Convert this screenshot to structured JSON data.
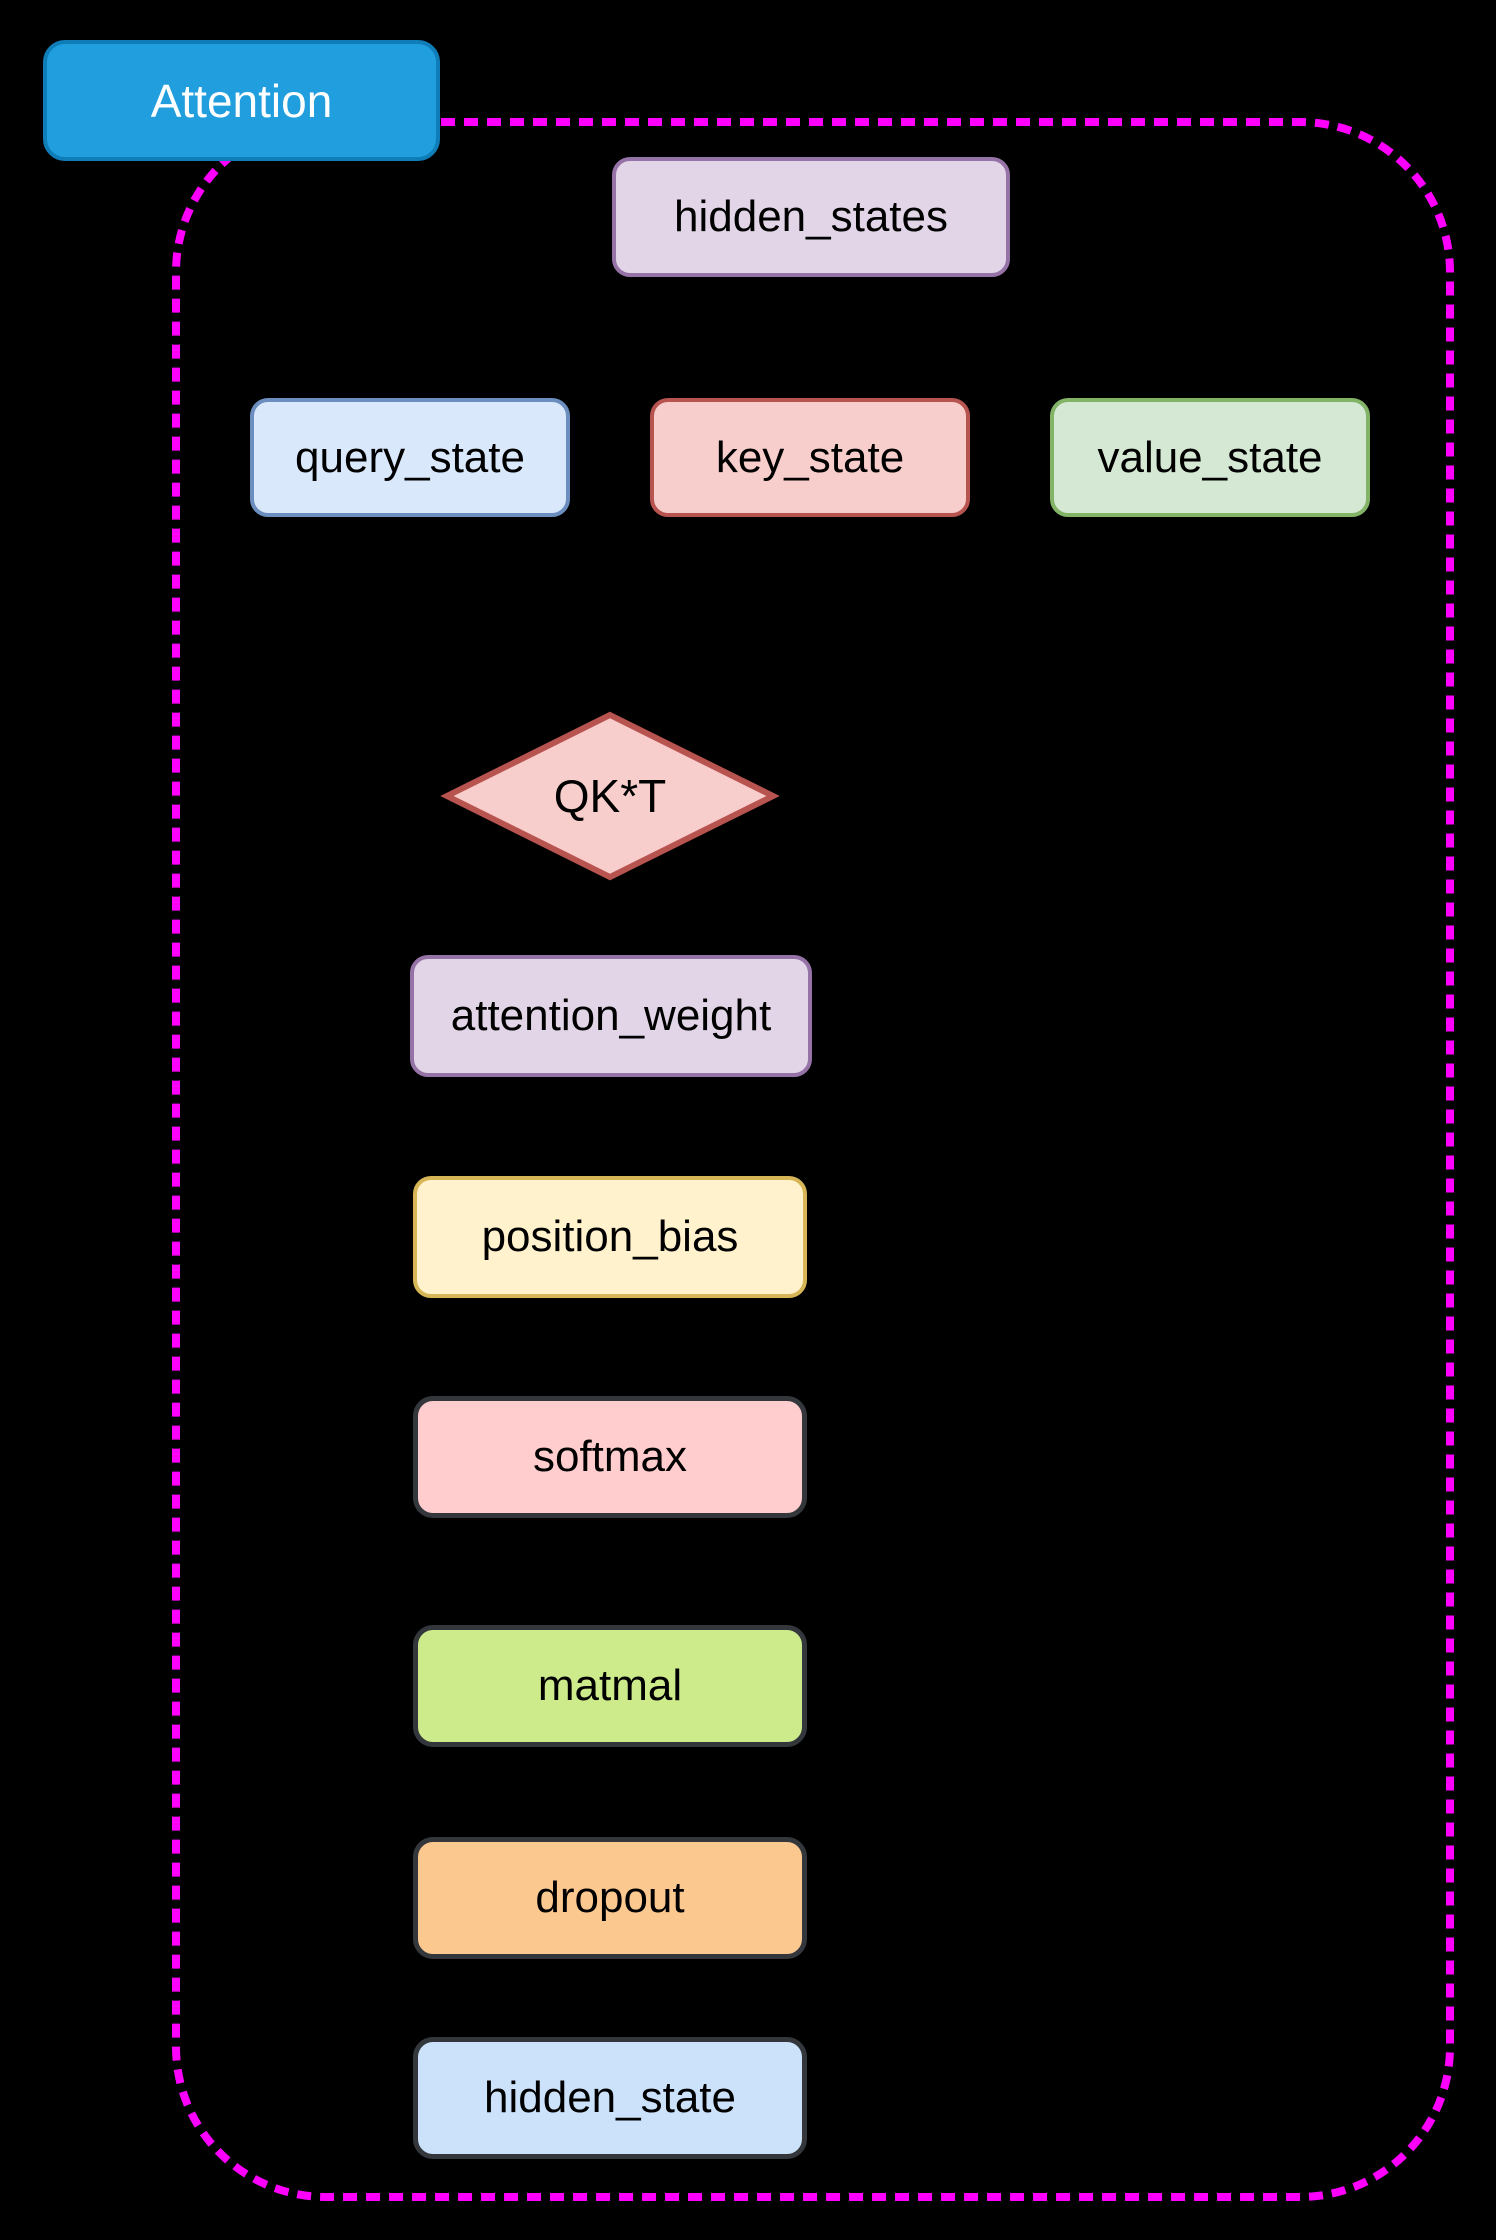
{
  "diagram": {
    "background": "#000000",
    "node_text_color": "#000000",
    "title": {
      "label": "Attention",
      "fill": "#209EDD",
      "border": "#0E7DB8",
      "text_color": "#FFFFFF"
    },
    "frame": {
      "color": "#FF00FF",
      "style": "dashed"
    },
    "nodes": [
      {
        "id": "hidden_states",
        "label": "hidden_states",
        "shape": "rounded-rect",
        "fill": "#E1D5E7",
        "border": "#9673A6"
      },
      {
        "id": "query_state",
        "label": "query_state",
        "shape": "rounded-rect",
        "fill": "#DAE8FC",
        "border": "#6C8EBF"
      },
      {
        "id": "key_state",
        "label": "key_state",
        "shape": "rounded-rect",
        "fill": "#F8CECC",
        "border": "#B85450"
      },
      {
        "id": "value_state",
        "label": "value_state",
        "shape": "rounded-rect",
        "fill": "#D5E8D4",
        "border": "#82B366"
      },
      {
        "id": "qkt",
        "label": "QK*T",
        "shape": "diamond",
        "fill": "#F8CECC",
        "border": "#B85450"
      },
      {
        "id": "attention_weight",
        "label": "attention_weight",
        "shape": "rounded-rect",
        "fill": "#E1D5E7",
        "border": "#9673A6"
      },
      {
        "id": "position_bias",
        "label": "position_bias",
        "shape": "rounded-rect",
        "fill": "#FFF2CC",
        "border": "#D6B656"
      },
      {
        "id": "softmax",
        "label": "softmax",
        "shape": "rounded-rect",
        "fill": "#FFCDCD",
        "border": "#33373B"
      },
      {
        "id": "matmal",
        "label": "matmal",
        "shape": "rounded-rect",
        "fill": "#CDEB8B",
        "border": "#33373B"
      },
      {
        "id": "dropout",
        "label": "dropout",
        "shape": "rounded-rect",
        "fill": "#FBC88F",
        "border": "#33373B"
      },
      {
        "id": "hidden_state",
        "label": "hidden_state",
        "shape": "rounded-rect",
        "fill": "#CBE2FA",
        "border": "#33373B"
      }
    ]
  }
}
